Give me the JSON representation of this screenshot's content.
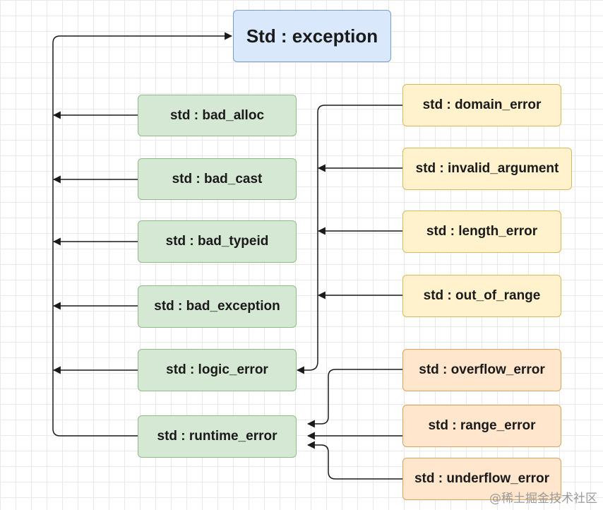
{
  "root": "Std : exception",
  "children": [
    "std : bad_alloc",
    "std : bad_cast",
    "std : bad_typeid",
    "std : bad_exception",
    "std : logic_error",
    "std : runtime_error"
  ],
  "logic_subclasses": [
    "std : domain_error",
    "std : invalid_argument",
    "std : length_error",
    "std : out_of_range"
  ],
  "runtime_subclasses": [
    "std : overflow_error",
    "std : range_error",
    "std : underflow_error"
  ],
  "watermark": "@稀土掘金技术社区",
  "colors": {
    "root_fill": "#dae8fc",
    "child_fill": "#d5e8d4",
    "logic_fill": "#fff2cc",
    "runtime_fill": "#ffe6cc",
    "edge": "#1a1a1a"
  }
}
